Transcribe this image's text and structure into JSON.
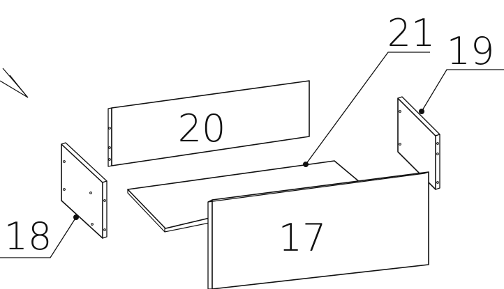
{
  "diagram": {
    "type": "furniture assembly exploded view",
    "stroke_color": "#111111",
    "background": "#ffffff",
    "parts": [
      {
        "number": "17"
      },
      {
        "number": "18"
      },
      {
        "number": "19"
      },
      {
        "number": "20"
      },
      {
        "number": "21"
      }
    ]
  }
}
